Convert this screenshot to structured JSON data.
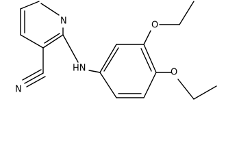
{
  "structure": {
    "atoms": {
      "pyridine_n": "N",
      "amine": "HN",
      "nitrile_n": "N",
      "ether_o_upper": "O",
      "ether_o_lower": "O"
    }
  }
}
